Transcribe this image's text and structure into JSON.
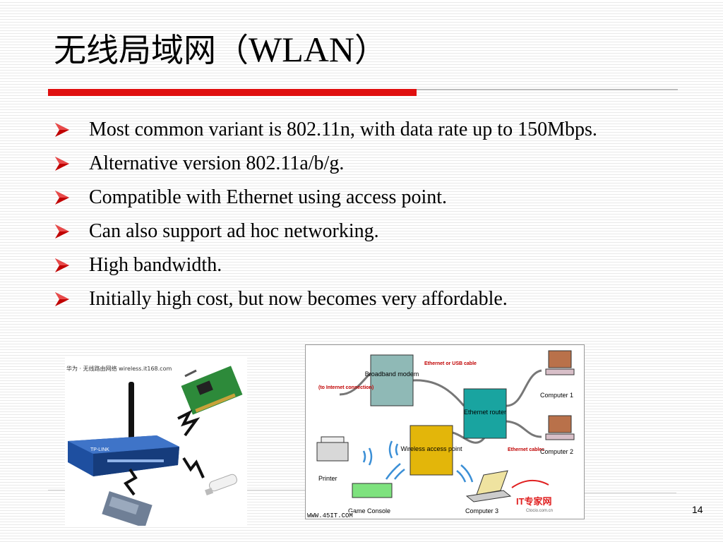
{
  "slide": {
    "title_cn": "无线局域网（",
    "title_latin": "WLAN",
    "title_close": "）",
    "page_number": "14",
    "colors": {
      "accent_red": "#e01010",
      "arrow": "#c00000"
    }
  },
  "bullets": [
    "Most common variant is 802.11n, with data rate up to 150Mbps.",
    "Alternative version 802.11a/b/g.",
    "Compatible with Ethernet using access point.",
    "Can also support ad hoc networking.",
    "High bandwidth.",
    "Initially high cost, but now becomes very affordable."
  ],
  "left_photo": {
    "caption": "华为 · 无线路由网络 wireless.it168.com",
    "router_brand": "TP-LINK"
  },
  "diagram": {
    "labels": {
      "to_internet": "(to Internet connection)",
      "broadband": "Broadband modem",
      "ethernet_usb": "Ethernet or USB cable",
      "ethernet_router": "Ethernet router",
      "computer1": "Computer 1",
      "computer2": "Computer 2",
      "computer3": "Computer 3",
      "wireless_ap": "Wireless access point",
      "ethernet_cables": "Ethernet cables",
      "printer": "Printer",
      "game_console": "Game Console",
      "logo_it": "IT专家网",
      "logo_site": "Ctocio.com.cn"
    },
    "watermark": "WWW.45IT.COM"
  }
}
